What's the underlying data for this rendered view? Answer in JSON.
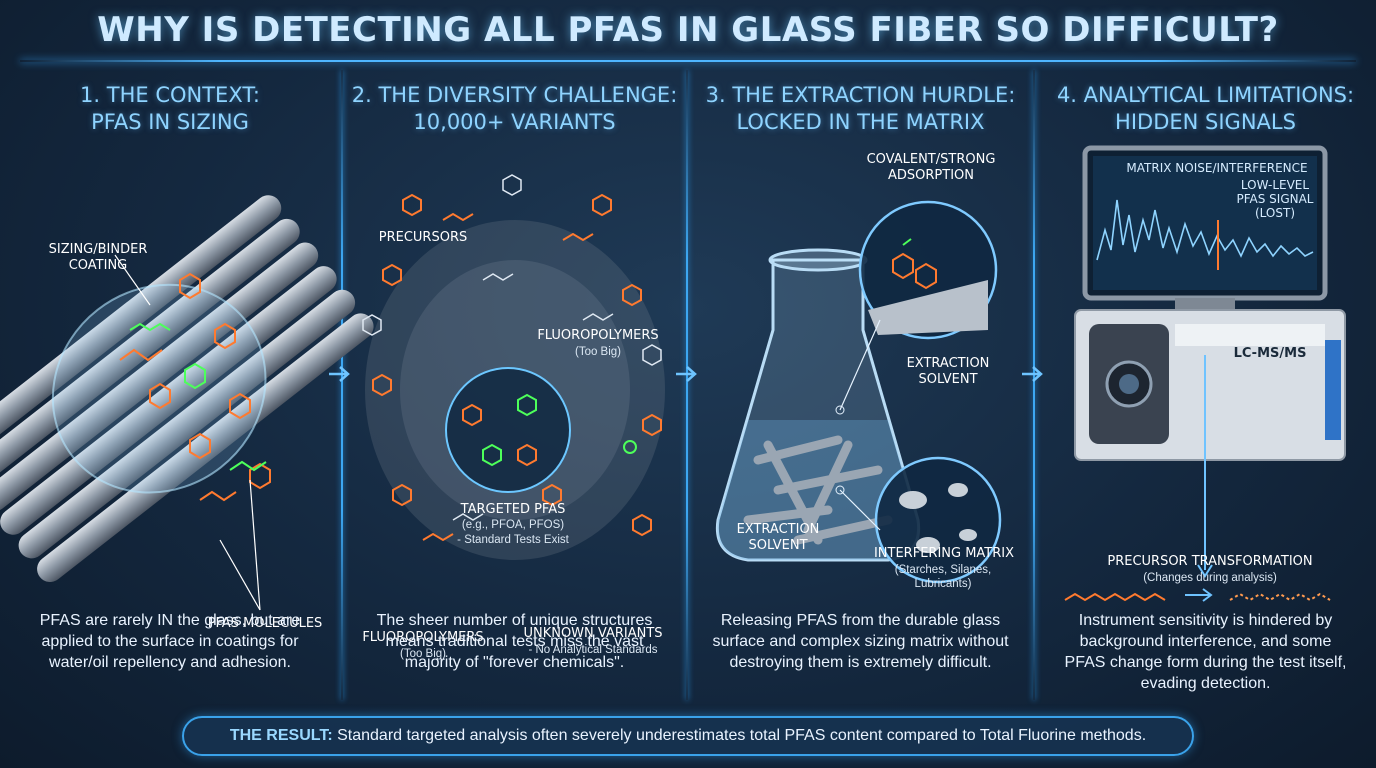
{
  "title": "WHY IS DETECTING ALL PFAS IN GLASS FIBER SO DIFFICULT?",
  "panels": [
    {
      "heading": [
        "1. THE CONTEXT:",
        "PFAS IN SIZING"
      ],
      "labels": {
        "coating": [
          "SIZING/BINDER",
          "COATING"
        ],
        "molecules": "PFAS MOLECULES"
      },
      "caption": [
        "PFAS are rarely IN the glass, but are",
        "applied to the surface in coatings for",
        "water/oil repellency and adhesion."
      ]
    },
    {
      "heading": [
        "2. THE DIVERSITY CHALLENGE:",
        "10,000+ VARIANTS"
      ],
      "labels": {
        "precursors": "PRECURSORS",
        "fluoropolymers_top": "FLUOROPOLYMERS",
        "fluoropolymers_top_sub": "(Too Big)",
        "targeted": "TARGETED PFAS",
        "targeted_sub1": "(e.g., PFOA, PFOS)",
        "targeted_sub2": "- Standard Tests Exist",
        "fluoropolymers_bottom": "FLUOROPOLYMERS",
        "fluoropolymers_bottom_sub": "(Too Big)",
        "unknown": "UNKNOWN VARIANTS",
        "unknown_sub": "- No Analytical Standards"
      },
      "caption": [
        "The sheer number of unique structures",
        "means traditional tests miss the vast",
        "majority of \"forever chemicals\"."
      ]
    },
    {
      "heading": [
        "3. THE EXTRACTION HURDLE:",
        "LOCKED IN THE MATRIX"
      ],
      "labels": {
        "covalent": [
          "COVALENT/STRONG",
          "ADSORPTION"
        ],
        "solvent_right": [
          "EXTRACTION",
          "SOLVENT"
        ],
        "solvent_left": [
          "EXTRACTION",
          "SOLVENT"
        ],
        "interfering": "INTERFERING MATRIX",
        "interfering_sub": [
          "(Starches, Silanes,",
          "Lubricants)"
        ]
      },
      "caption": [
        "Releasing PFAS from the durable glass",
        "surface and complex sizing matrix without",
        "destroying them is extremely difficult."
      ]
    },
    {
      "heading": [
        "4. ANALYTICAL LIMITATIONS:",
        "HIDDEN SIGNALS"
      ],
      "labels": {
        "noise": "MATRIX NOISE/INTERFERENCE",
        "signal": [
          "LOW-LEVEL",
          "PFAS SIGNAL",
          "(LOST)"
        ],
        "instrument": "LC-MS/MS",
        "transformation": "PRECURSOR TRANSFORMATION",
        "transformation_sub": "(Changes during analysis)"
      },
      "caption": [
        "Instrument sensitivity is hindered by",
        "background interference, and some",
        "PFAS change form during the test itself,",
        "evading detection."
      ]
    }
  ],
  "result": {
    "label": "THE RESULT:",
    "text": " Standard targeted analysis often severely underestimates total PFAS content compared to Total Fluorine methods."
  },
  "colors": {
    "accent": "#3da7f2",
    "pfas_orange": "#ff7a2f",
    "pfas_green": "#4dff5a",
    "heading": "#8fd4ff"
  }
}
